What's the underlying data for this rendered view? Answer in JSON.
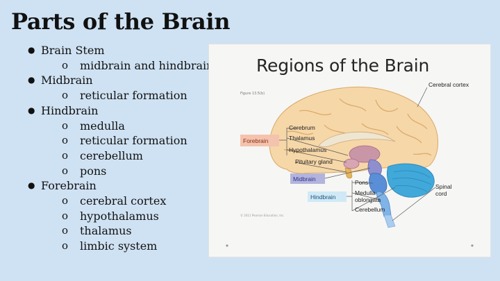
{
  "slide": {
    "title": "Parts of the Brain",
    "bullets": [
      {
        "label": "Brain Stem",
        "sub": [
          "midbrain and hindbrain"
        ]
      },
      {
        "label": "Midbrain",
        "sub": [
          "reticular formation"
        ]
      },
      {
        "label": "Hindbrain",
        "sub": [
          "medulla",
          "reticular formation",
          "cerebellum",
          "pons"
        ]
      },
      {
        "label": "Forebrain",
        "sub": [
          "cerebral cortex",
          "hypothalamus",
          "thalamus",
          "limbic system"
        ]
      }
    ]
  },
  "figure": {
    "title": "Regions of the Brain",
    "caption": "Figure 13.5(b)",
    "credit": "© 2011 Pearson Education, Inc.",
    "region_tags": {
      "forebrain": "Forebrain",
      "midbrain": "Midbrain",
      "hindbrain": "Hindbrain"
    },
    "region_colors": {
      "forebrain": "#f3c3ae",
      "midbrain": "#b3b4dd",
      "hindbrain": "#cfeaf6"
    },
    "structures": {
      "cerebral_cortex": "Cerebral cortex",
      "cerebrum": "Cerebrum",
      "thalamus": "Thalamus",
      "hypothalamus": "Hypothalamus",
      "pituitary_gland": "Pituitary gland",
      "pons": "Pons",
      "medulla_oblongata": [
        "Medulla",
        "oblongata"
      ],
      "cerebellum": "Cerebellum",
      "spinal_cord": [
        "Spinal",
        "cord"
      ]
    }
  }
}
